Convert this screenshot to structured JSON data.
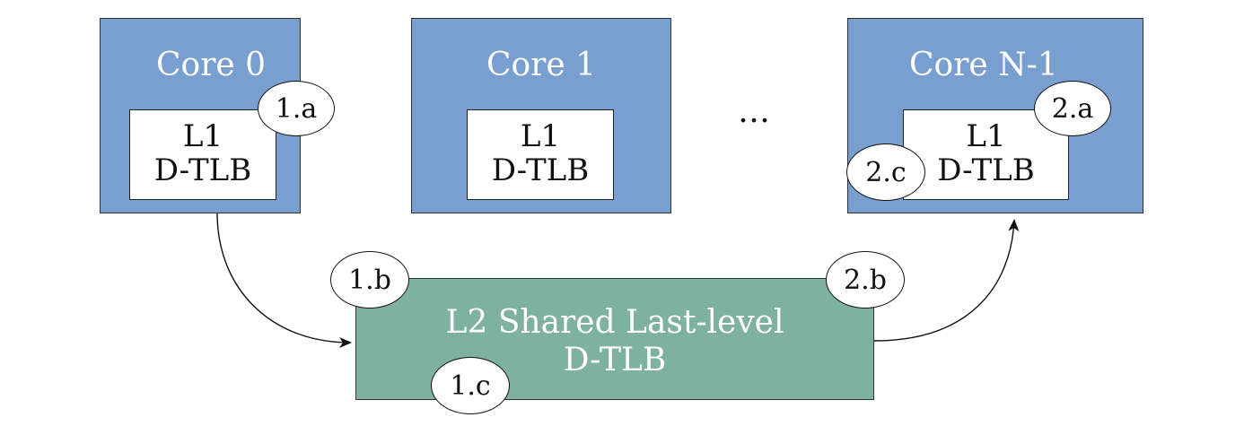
{
  "cores": [
    {
      "title": "Core 0",
      "l1_line1": "L1",
      "l1_line2": "D-TLB"
    },
    {
      "title": "Core 1",
      "l1_line1": "L1",
      "l1_line2": "D-TLB"
    },
    {
      "title": "Core N-1",
      "l1_line1": "L1",
      "l1_line2": "D-TLB"
    }
  ],
  "ellipsis": "…",
  "l2": {
    "line1": "L2 Shared Last-level",
    "line2": "D-TLB"
  },
  "steps": {
    "s1a": "1.a",
    "s1b": "1.b",
    "s1c": "1.c",
    "s2a": "2.a",
    "s2b": "2.b",
    "s2c": "2.c"
  },
  "colors": {
    "core_fill": "#789fcf",
    "l2_fill": "#7eb1a0",
    "l1_fill": "#ffffff"
  }
}
